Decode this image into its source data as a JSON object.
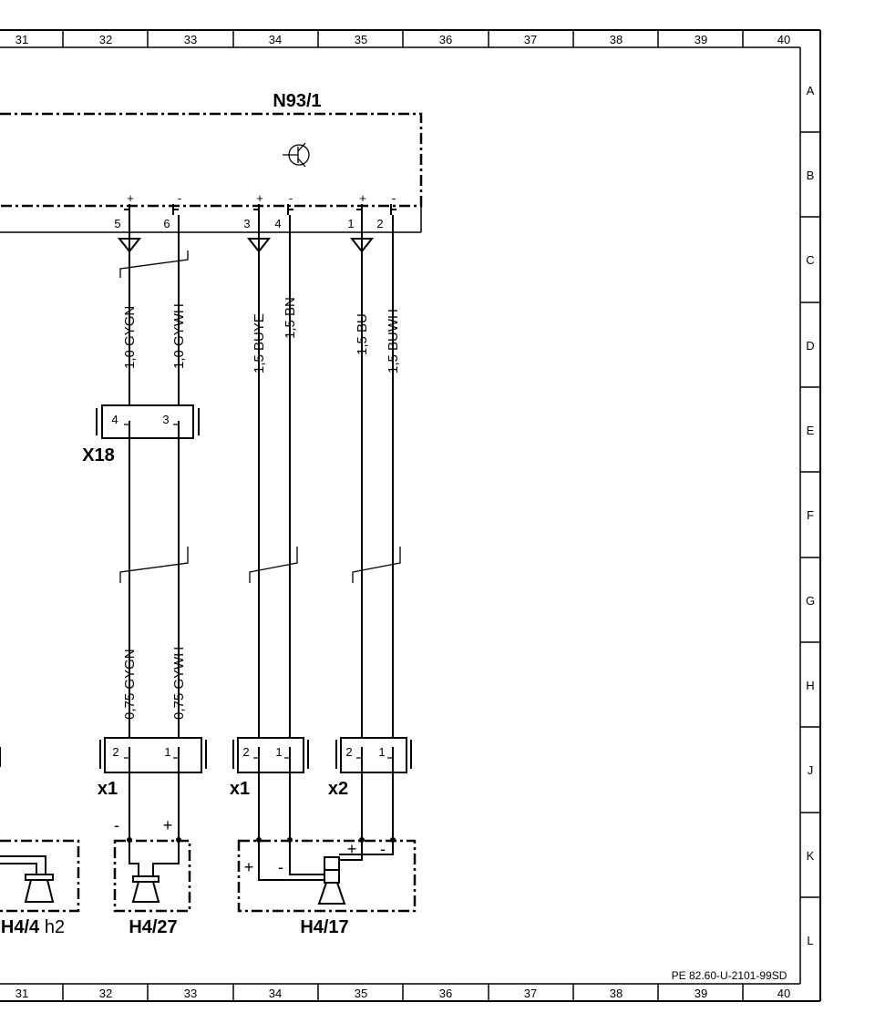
{
  "grid": {
    "columns": [
      "31",
      "32",
      "33",
      "34",
      "35",
      "36",
      "37",
      "38",
      "39",
      "40"
    ],
    "rows": [
      "A",
      "B",
      "C",
      "D",
      "E",
      "F",
      "G",
      "H",
      "J",
      "K",
      "L"
    ]
  },
  "footer_code": "PE 82.60-U-2101-99SD",
  "module": {
    "name": "N93/1",
    "pins": [
      {
        "num": "5",
        "sign": "+"
      },
      {
        "num": "6",
        "sign": "-"
      },
      {
        "num": "3",
        "sign": "+"
      },
      {
        "num": "4",
        "sign": "-"
      },
      {
        "num": "1",
        "sign": "+"
      },
      {
        "num": "2",
        "sign": "-"
      }
    ]
  },
  "wires_upper": [
    "1,0 GYGN",
    "1,0 GYWH",
    "1,5 BUYE",
    "1,5 BN",
    "1,5 BU",
    "1,5 BUWH"
  ],
  "wires_lower": [
    "0,75 GYGN",
    "0,75 GYWH"
  ],
  "connector_x18": {
    "name": "X18",
    "pins": [
      "4",
      "3"
    ]
  },
  "connectors_lower": [
    {
      "name": "x1",
      "pins": [
        "2",
        "1"
      ]
    },
    {
      "name": "x1",
      "pins": [
        "2",
        "1"
      ]
    },
    {
      "name": "x2",
      "pins": [
        "2",
        "1"
      ]
    }
  ],
  "speakers": [
    {
      "name": "H4/4",
      "sub": "h2"
    },
    {
      "name": "H4/27",
      "minus": "-",
      "plus": "+"
    },
    {
      "name": "H4/17",
      "plus1": "+",
      "minus1": "-",
      "plus2": "+",
      "minus2": "-"
    }
  ]
}
